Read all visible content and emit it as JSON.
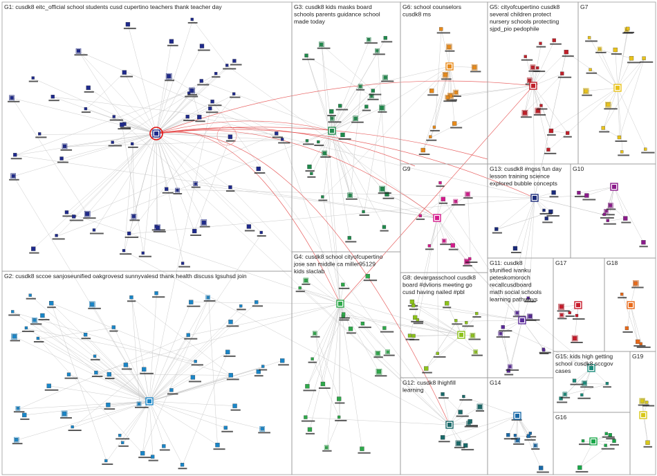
{
  "graph": {
    "groups": [
      {
        "id": "G1",
        "label": "G1: cusdk8 eitc_official school students cusd cupertino teachers thank teacher day",
        "color": "#1f2a8c"
      },
      {
        "id": "G2",
        "label": "G2: cusdk8 sccoe sanjoseunified oakgrovesd sunnyvalesd thank health discuss lgsuhsd join",
        "color": "#1a86c8"
      },
      {
        "id": "G3",
        "label": "G3: cusdk8 kids masks board schools parents guidance school made today",
        "color": "#1f8a4c"
      },
      {
        "id": "G4",
        "label": "G4: cusdk8 school cityofcupertino jose san middle ca miller95129 kids slaclab",
        "color": "#2ea84a"
      },
      {
        "id": "G5",
        "label": "G5: cityofcupertino cusdk8 several children protect nursery schools protecting sjpd_pio pedophile",
        "color": "#c0202a"
      },
      {
        "id": "G6",
        "label": "G6: school counselors cusdk8 ms",
        "color": "#e88a1a"
      },
      {
        "id": "G7",
        "label": "G7",
        "color": "#e8c21a"
      },
      {
        "id": "G8",
        "label": "G8: devargasschool cusdk8 board #dvlions meeting go cusd having nailed #pbl",
        "color": "#8cc21a"
      },
      {
        "id": "G9",
        "label": "G9",
        "color": "#d41a8c"
      },
      {
        "id": "G10",
        "label": "G10",
        "color": "#8a1a8a"
      },
      {
        "id": "G11",
        "label": "G11: cusdk8 sfunified ivanku peteskomoroch recallcusdboard math social schools learning pathways",
        "color": "#5a2a9a"
      },
      {
        "id": "G12",
        "label": "G12: cusdk8 lhighfill learning",
        "color": "#1a6a6a"
      },
      {
        "id": "G13",
        "label": "G13: cusdk8 #ngss fun day lesson training science explored bubble concepts",
        "color": "#1a2a7a"
      },
      {
        "id": "G14",
        "label": "G14",
        "color": "#1a6aa8"
      },
      {
        "id": "G15",
        "label": "G15: kids high getting school cusdk8 sccgov cases",
        "color": "#1a8a7a"
      },
      {
        "id": "G16",
        "label": "G16",
        "color": "#1aa84a"
      },
      {
        "id": "G17",
        "label": "G17",
        "color": "#c81a2a"
      },
      {
        "id": "G18",
        "label": "G18",
        "color": "#e86a1a"
      },
      {
        "id": "G19",
        "label": "G19",
        "color": "#d8c81a"
      }
    ]
  }
}
